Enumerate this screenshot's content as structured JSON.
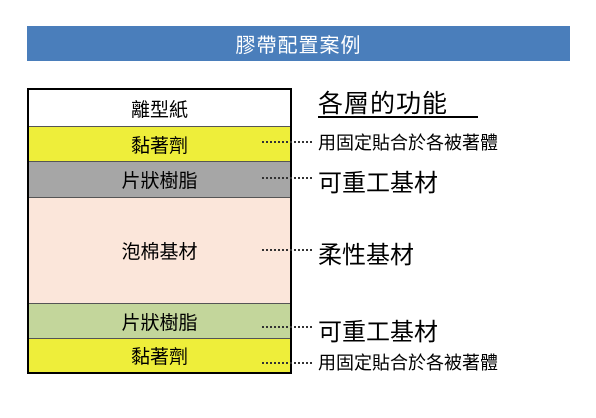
{
  "title": "膠帶配置案例",
  "functions_header": "各層的功能",
  "layers": [
    {
      "label": "離型紙",
      "color": "#ffffff",
      "function": ""
    },
    {
      "label": "黏著劑",
      "color": "#eeee3a",
      "function": "用固定貼合於各被著體"
    },
    {
      "label": "片狀樹脂",
      "color": "#a6a6a6",
      "function": "可重工基材"
    },
    {
      "label": "泡棉基材",
      "color": "#fbe6da",
      "function": "柔性基材"
    },
    {
      "label": "片狀樹脂",
      "color": "#c3d69b",
      "function": "可重工基材"
    },
    {
      "label": "黏著劑",
      "color": "#eeee3a",
      "function": "用固定貼合於各被著體"
    }
  ],
  "colors": {
    "banner": "#4a7ebb"
  }
}
